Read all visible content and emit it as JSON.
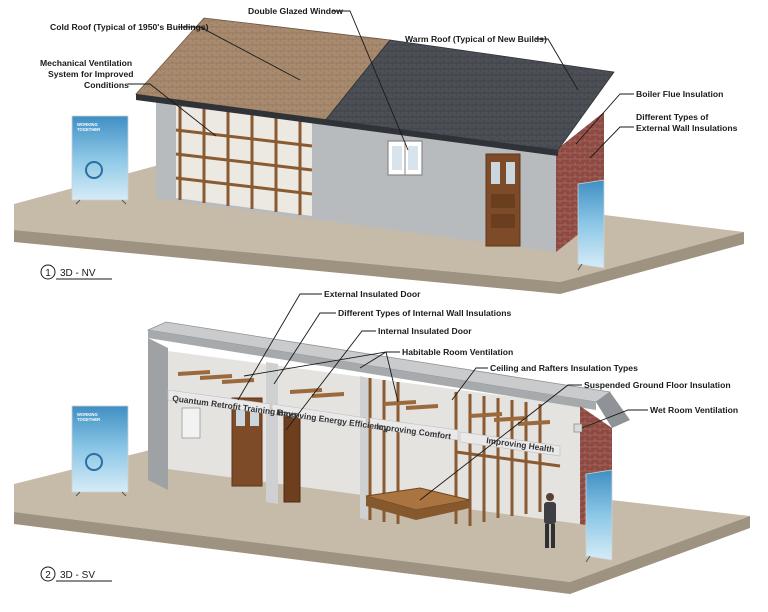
{
  "view1": {
    "number": "1",
    "label": "3D - NV",
    "callouts": {
      "cold_roof": "Cold Roof (Typical of 1950's Buildings)",
      "double_glazed": "Double Glazed Window",
      "warm_roof": "Warm Roof (Typical of New Builds)",
      "mech_vent_1": "Mechanical Ventilation",
      "mech_vent_2": "System for Improved",
      "mech_vent_3": "Conditions",
      "boiler_flue": "Boiler Flue Insulation",
      "ext_wall_1": "Different Types of",
      "ext_wall_2": "External Wall Insulations"
    }
  },
  "view2": {
    "number": "2",
    "label": "3D - SV",
    "callouts": {
      "ext_door": "External Insulated Door",
      "int_wall": "Different Types of Internal Wall Insulations",
      "int_door": "Internal Insulated Door",
      "habitable_vent": "Habitable Room Ventilation",
      "ceiling_rafters": "Ceiling and Rafters Insulation Types",
      "floor_ins": "Suspended Ground Floor Insulation",
      "wet_room": "Wet Room Ventilation"
    },
    "bands": {
      "b1": "Quantum Retrofit Training Bays",
      "b2": "Improving Energy Efficiency",
      "b3": "Improving Comfort",
      "b4": "Improving Health"
    }
  },
  "banner": {
    "line1": "WORKING",
    "line2": "TOGETHER"
  },
  "colors": {
    "ground": "#c4b8a8",
    "ground_side": "#9a8f80",
    "wall_grey": "#b9bcbf",
    "wall_light": "#d9dbdc",
    "roof_cold": "#a5876c",
    "roof_warm": "#4a4e54",
    "timber": "#8a5a32",
    "brick": "#8c4a42",
    "door": "#7a4a26",
    "banner_blue": "#5aa7d4"
  }
}
